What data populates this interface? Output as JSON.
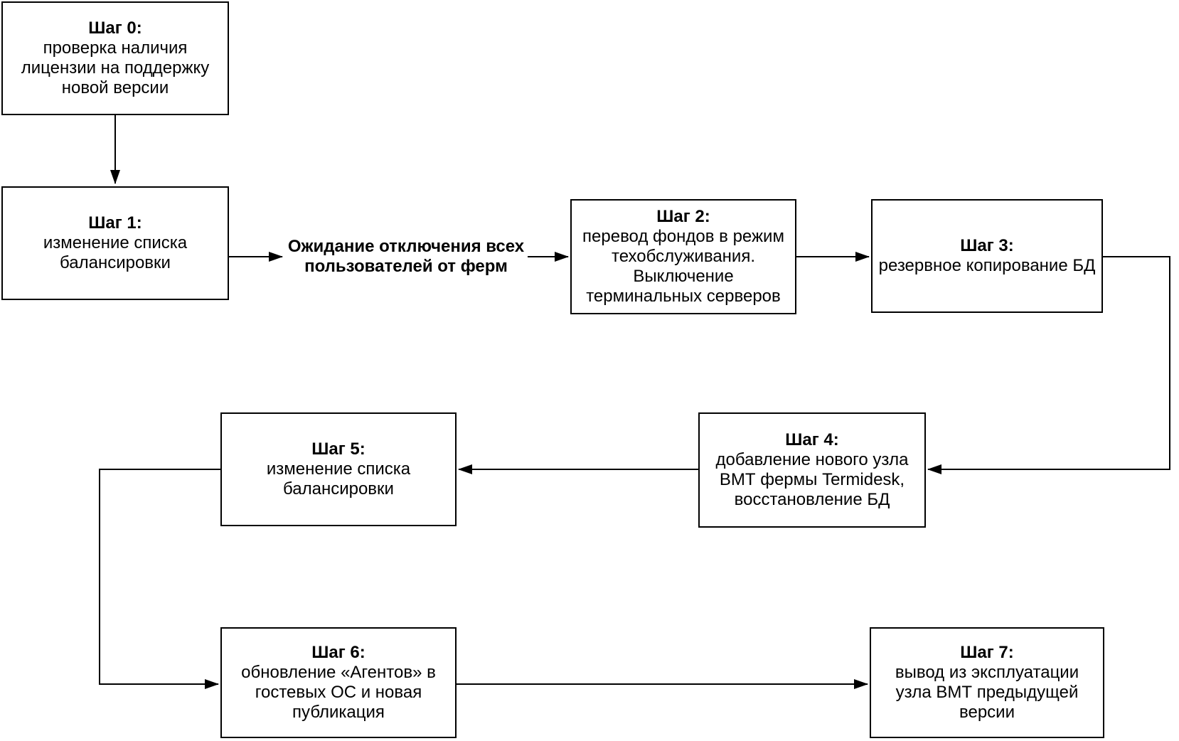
{
  "diagram": {
    "colors": {
      "background": "#ffffff",
      "line": "#000000",
      "text": "#000000"
    },
    "steps": [
      {
        "title": "Шаг 0:",
        "body": "проверка наличия\nлицензии на поддержку\nновой версии"
      },
      {
        "title": "Шаг 1:",
        "body": "изменение списка\nбалансировки"
      },
      {
        "title": "Шаг 2:",
        "body": "перевод фондов в режим\nтехобслуживания.\nВыключение\nтерминальных серверов"
      },
      {
        "title": "Шаг 3:",
        "body": "резервное копирование БД"
      },
      {
        "title": "Шаг 4:",
        "body": "добавление нового узла\nВМТ фермы Termidesk,\nвосстановление БД"
      },
      {
        "title": "Шаг 5:",
        "body": "изменение списка\nбалансировки"
      },
      {
        "title": "Шаг 6:",
        "body": "обновление «Агентов» в\nгостевых ОС и новая\nпубликация"
      },
      {
        "title": "Шаг 7:",
        "body": "вывод из эксплуатации\nузла ВМТ предыдущей\nверсии"
      }
    ],
    "edge_label": "Ожидание отключения всех\nпользователей от ферм"
  }
}
